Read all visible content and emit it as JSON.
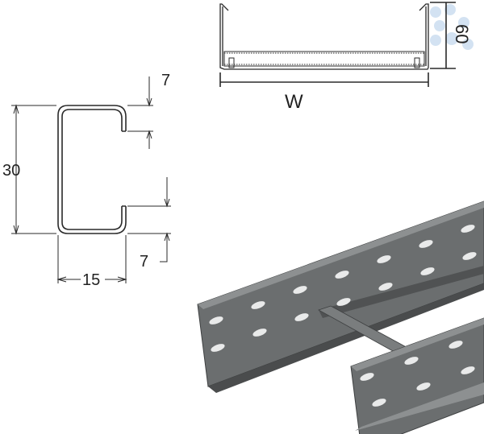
{
  "cross_section": {
    "height_label": "30",
    "width_label": "15",
    "lip_top_label": "7",
    "lip_bottom_label": "7"
  },
  "end_view": {
    "width_label": "W",
    "height_label": "60"
  },
  "colors": {
    "line": "#2a2a2a",
    "steel": "#6b6e6f",
    "steel_dark": "#4a4c4d",
    "steel_light": "#8d9091",
    "watermark": "#c9dcef"
  }
}
